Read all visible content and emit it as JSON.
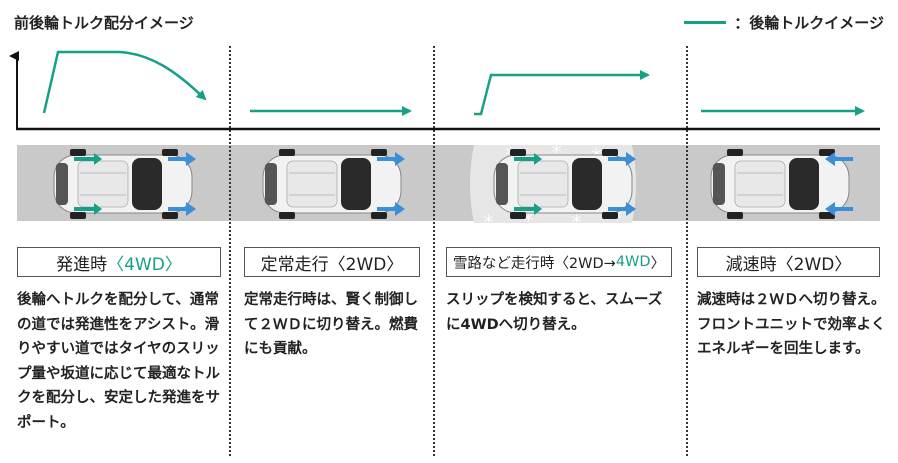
{
  "header": {
    "title": "前後輪トルク配分イメージ",
    "legend_label": "：後輪トルクイメージ",
    "legend_color": "#16a085"
  },
  "panels": [
    {
      "label_main": "発進時",
      "label_mode": "〈4WD〉",
      "description": "後輪へトルクを配分して、通常の道では発進性をアシスト。滑りやすい道ではタイヤのスリップ量や坂道に応じて最適なトルクを配分し、安定した発進をサポート。"
    },
    {
      "label_main": "定常走行",
      "label_mode": "〈2WD〉",
      "description": "定常走行時は、賢く制御して２ＷＤに切り替え。燃費にも貢献。"
    },
    {
      "label_main": "雪路など走行時",
      "label_mode_prefix": "〈2WD→",
      "label_mode_accent": "4WD",
      "label_mode_suffix": "〉",
      "description": "スリップを検知すると、スムーズに4WDへ切り替え。"
    },
    {
      "label_main": "減速時",
      "label_mode": "〈2WD〉",
      "description": "減速時は２ＷＤへ切り替え。フロントユニットで効率よくエネルギーを回生します。"
    }
  ],
  "colors": {
    "torque_line": "#16a085",
    "front_arrow": "#3a8fd9",
    "rear_arrow": "#16a085",
    "road": "#c9c9c9",
    "snow": "#e6e6e6"
  }
}
